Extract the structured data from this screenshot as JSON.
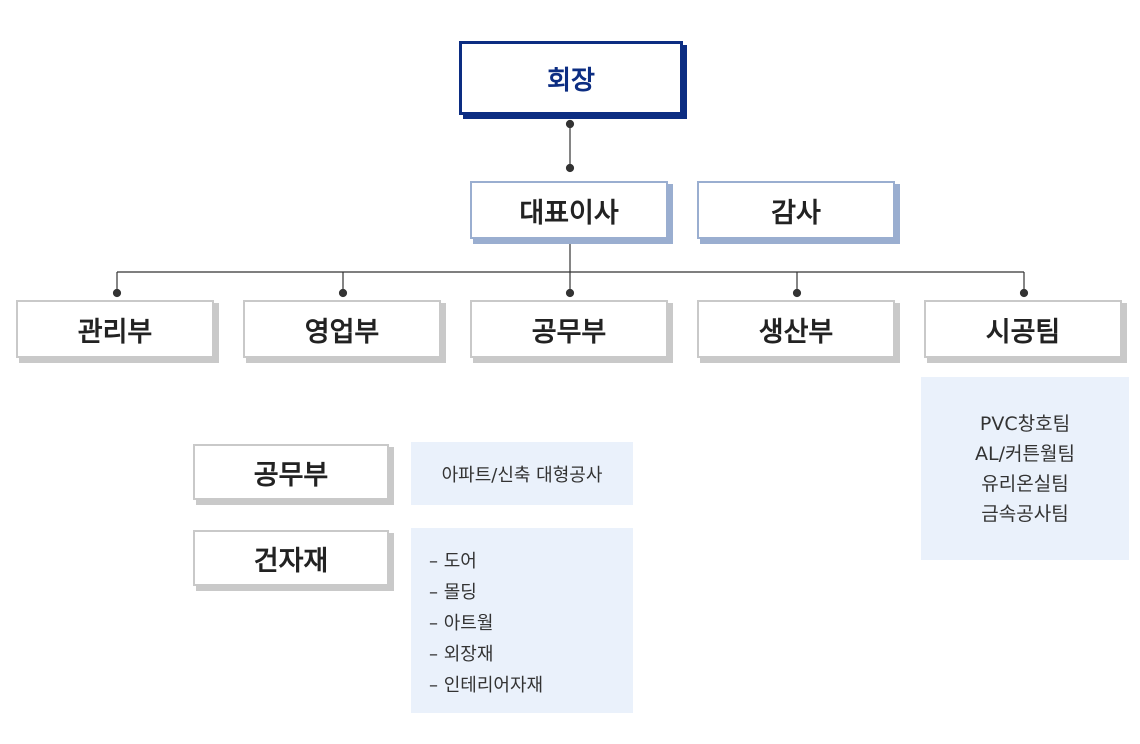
{
  "chairman": "회장",
  "ceo": "대표이사",
  "audit": "감사",
  "departments": [
    "관리부",
    "영업부",
    "공무부",
    "생산부",
    "시공팀"
  ],
  "construction_teams": [
    "PVC창호팀",
    "AL/커튼월팀",
    "유리온실팀",
    "금속공사팀"
  ],
  "gongmu_section": {
    "label": "공무부",
    "description": "아파트/신축 대형공사"
  },
  "materials_section": {
    "label": "건자재",
    "items": [
      "도어",
      "몰딩",
      "아트월",
      "외장재",
      "인테리어자재"
    ]
  }
}
